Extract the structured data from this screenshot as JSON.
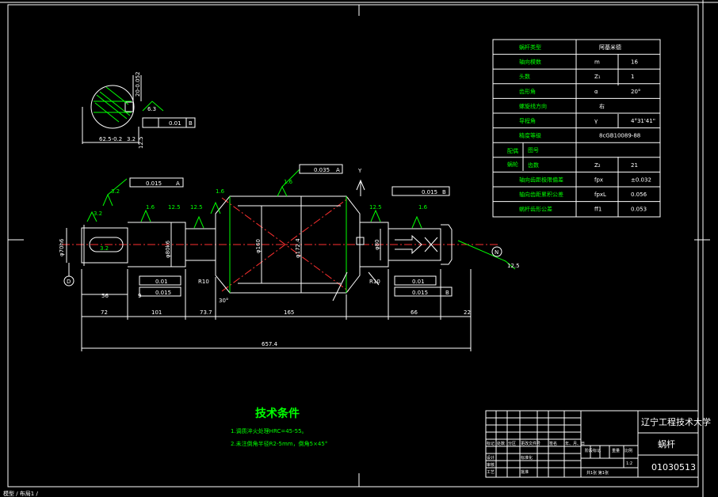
{
  "top_bar_text": "",
  "bottom_status_text": "模型 / 布局1 /",
  "param_table": {
    "rows": [
      {
        "name": "蜗杆类型",
        "sym": "阿基米德",
        "val": ""
      },
      {
        "name": "轴向模数",
        "sym": "m",
        "val": "16"
      },
      {
        "name": "头数",
        "sym": "Z₁",
        "val": "1"
      },
      {
        "name": "齿形角",
        "sym": "α",
        "val": "20°"
      },
      {
        "name": "螺旋线方向",
        "sym": "右",
        "val": ""
      },
      {
        "name": "导程角",
        "sym": "γ",
        "val": "4°31'41\""
      },
      {
        "name": "精度等级",
        "sym": "8cGB10089-88",
        "val": ""
      },
      {
        "name": "图号",
        "sym": "",
        "val": ""
      },
      {
        "name": "齿数",
        "sym": "Z₂",
        "val": "21"
      },
      {
        "name": "轴向齿距极限偏差",
        "sym": "fpx",
        "val": "±0.032"
      },
      {
        "name": "轴向齿距累积公差",
        "sym": "fpxL",
        "val": "0.056"
      },
      {
        "name": "蜗杆齿形公差",
        "sym": "ff1",
        "val": "0.053"
      }
    ],
    "mate_label_1": "配偶",
    "mate_label_2": "蜗轮"
  },
  "dimensions": {
    "d72": "72",
    "d101": "101",
    "d73_7": "73.7",
    "d165": "165",
    "d66": "66",
    "d22": "22",
    "total": "657.4",
    "d56": "56",
    "d9": "9",
    "d3_2a": "3.2",
    "d1_6a": "1.6",
    "d3_2b": "3.2",
    "d12_5a": "12.5",
    "d1_6b": "1.6",
    "d1_6c": "1.6",
    "d12_5b": "12.5",
    "d1_6d": "1.6",
    "d12_5c": "12.5",
    "d3_2c": "3.2",
    "d_shaft1": "φ70h6",
    "d_shaft2": "φ80k6",
    "d_mid": "φ160",
    "d_big": "φ172.4",
    "d_right": "φ80",
    "r10a": "R10",
    "r10b": "R10",
    "ang30": "30°",
    "tol_a": "0.015",
    "tol_b": "0.01",
    "tol_c": "0.015",
    "tol_d": "0.035",
    "tol_e": "0.01",
    "tol_f": "0.015",
    "tol_g": "0.015",
    "tol_h": "0.01",
    "datum_a": "A",
    "datum_b": "B",
    "datum_d": "D",
    "datum_n": "N",
    "section_d1": "62.5-0.2",
    "section_d2": "3.2",
    "section_d3": "20-0.052",
    "section_d4": "6.3",
    "section_d5": "12.5",
    "section_tol": "0.01",
    "section_datum": "B",
    "axis_label": "Y",
    "note_12_5": "12.5",
    "cross_x": "X"
  },
  "tech": {
    "title": "技术条件",
    "line1": "1.调质淬火处理HRC=45-55。",
    "line2": "2.未注倒角半径R2-5mm，倒角5×45°"
  },
  "title_block": {
    "school": "辽宁工程技术大学",
    "part_name": "蜗杆",
    "drawing_no": "01030513",
    "scale_label": "比例",
    "scale": "1:2",
    "sheet": "共1张 第1张",
    "stage": "阶段标记",
    "weight": "重量",
    "labels": [
      "标记",
      "处数",
      "分区",
      "更改文件号",
      "签名",
      "年、月、日",
      "设计",
      "标准化",
      "审核",
      "工艺",
      "批准"
    ]
  }
}
